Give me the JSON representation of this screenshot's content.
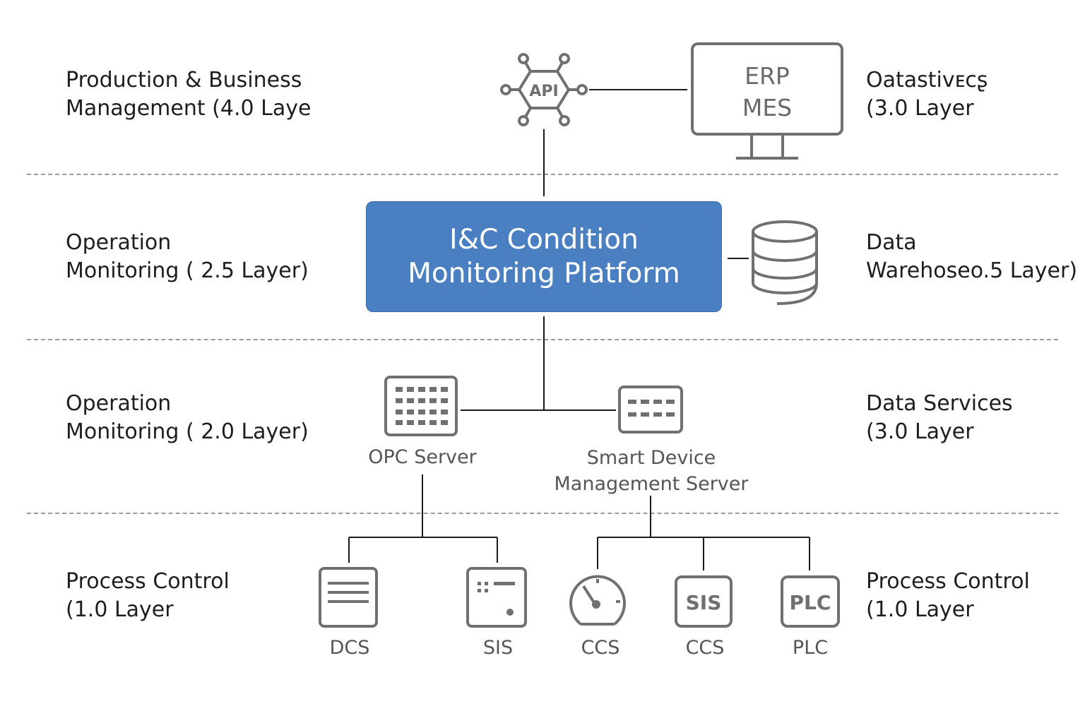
{
  "left_labels": [
    {
      "line1": "Production & Business",
      "line2": "Management (4.0 Laye"
    },
    {
      "line1": "Operation",
      "line2": "Monitoring ( 2.5 Layer)"
    },
    {
      "line1": "Operation",
      "line2": "Monitoring ( 2.0 Layer)"
    },
    {
      "line1": "Process Control",
      "line2": "(1.0 Layer"
    }
  ],
  "right_labels": [
    {
      "line1": "Oatastivᴇᴄʂ",
      "line2": "(3.0 Layer"
    },
    {
      "line1": "Data",
      "line2": "Warehoseo.5 Layer)"
    },
    {
      "line1": "Data Services",
      "line2": "(3.0 Layer"
    },
    {
      "line1": "Process Control",
      "line2": "(1.0 Layer"
    }
  ],
  "api_icon_text": "API",
  "erp_monitor": {
    "line1": "ERP",
    "line2": "MES"
  },
  "platform": {
    "line1": "I&C Condition",
    "line2": "Monitoring Platform"
  },
  "servers": {
    "opc": "OPC Server",
    "smart_line1": "Smart Device",
    "smart_line2": "Management Server"
  },
  "devices": {
    "dcs": "DCS",
    "sis": "SIS",
    "ccs1": "CCS",
    "sis_icon_text": "SIS",
    "ccs2": "CCS",
    "plc_icon_text": "PLC",
    "plc": "PLC"
  },
  "colors": {
    "accent": "#4a80c1",
    "icon_gray": "#707070",
    "wire": "#1a1a1a"
  }
}
